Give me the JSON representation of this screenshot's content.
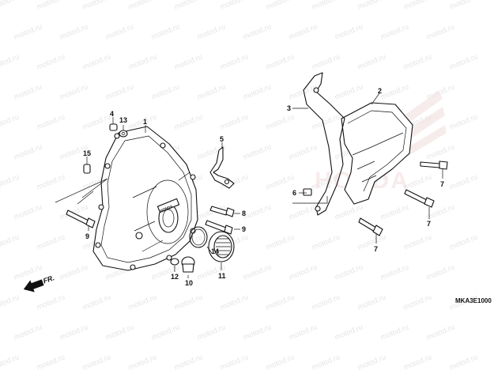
{
  "watermark": {
    "text": "motod.ru"
  },
  "brand_mark": {
    "text": "HONDA"
  },
  "direction_indicator": {
    "text": "FR."
  },
  "diagram_code": {
    "text": "MKA3E1000"
  },
  "cover_emblem": {
    "text": "HONDA"
  },
  "callouts": {
    "c1": "1",
    "c2": "2",
    "c3": "3",
    "c4": "4",
    "c5": "5",
    "c6": "6",
    "c7a": "7",
    "c7b": "7",
    "c7c": "7",
    "c8": "8",
    "c9a": "9",
    "c9b": "9",
    "c10": "10",
    "c11": "11",
    "c12": "12",
    "c13": "13",
    "c14": "14",
    "c15": "15"
  }
}
